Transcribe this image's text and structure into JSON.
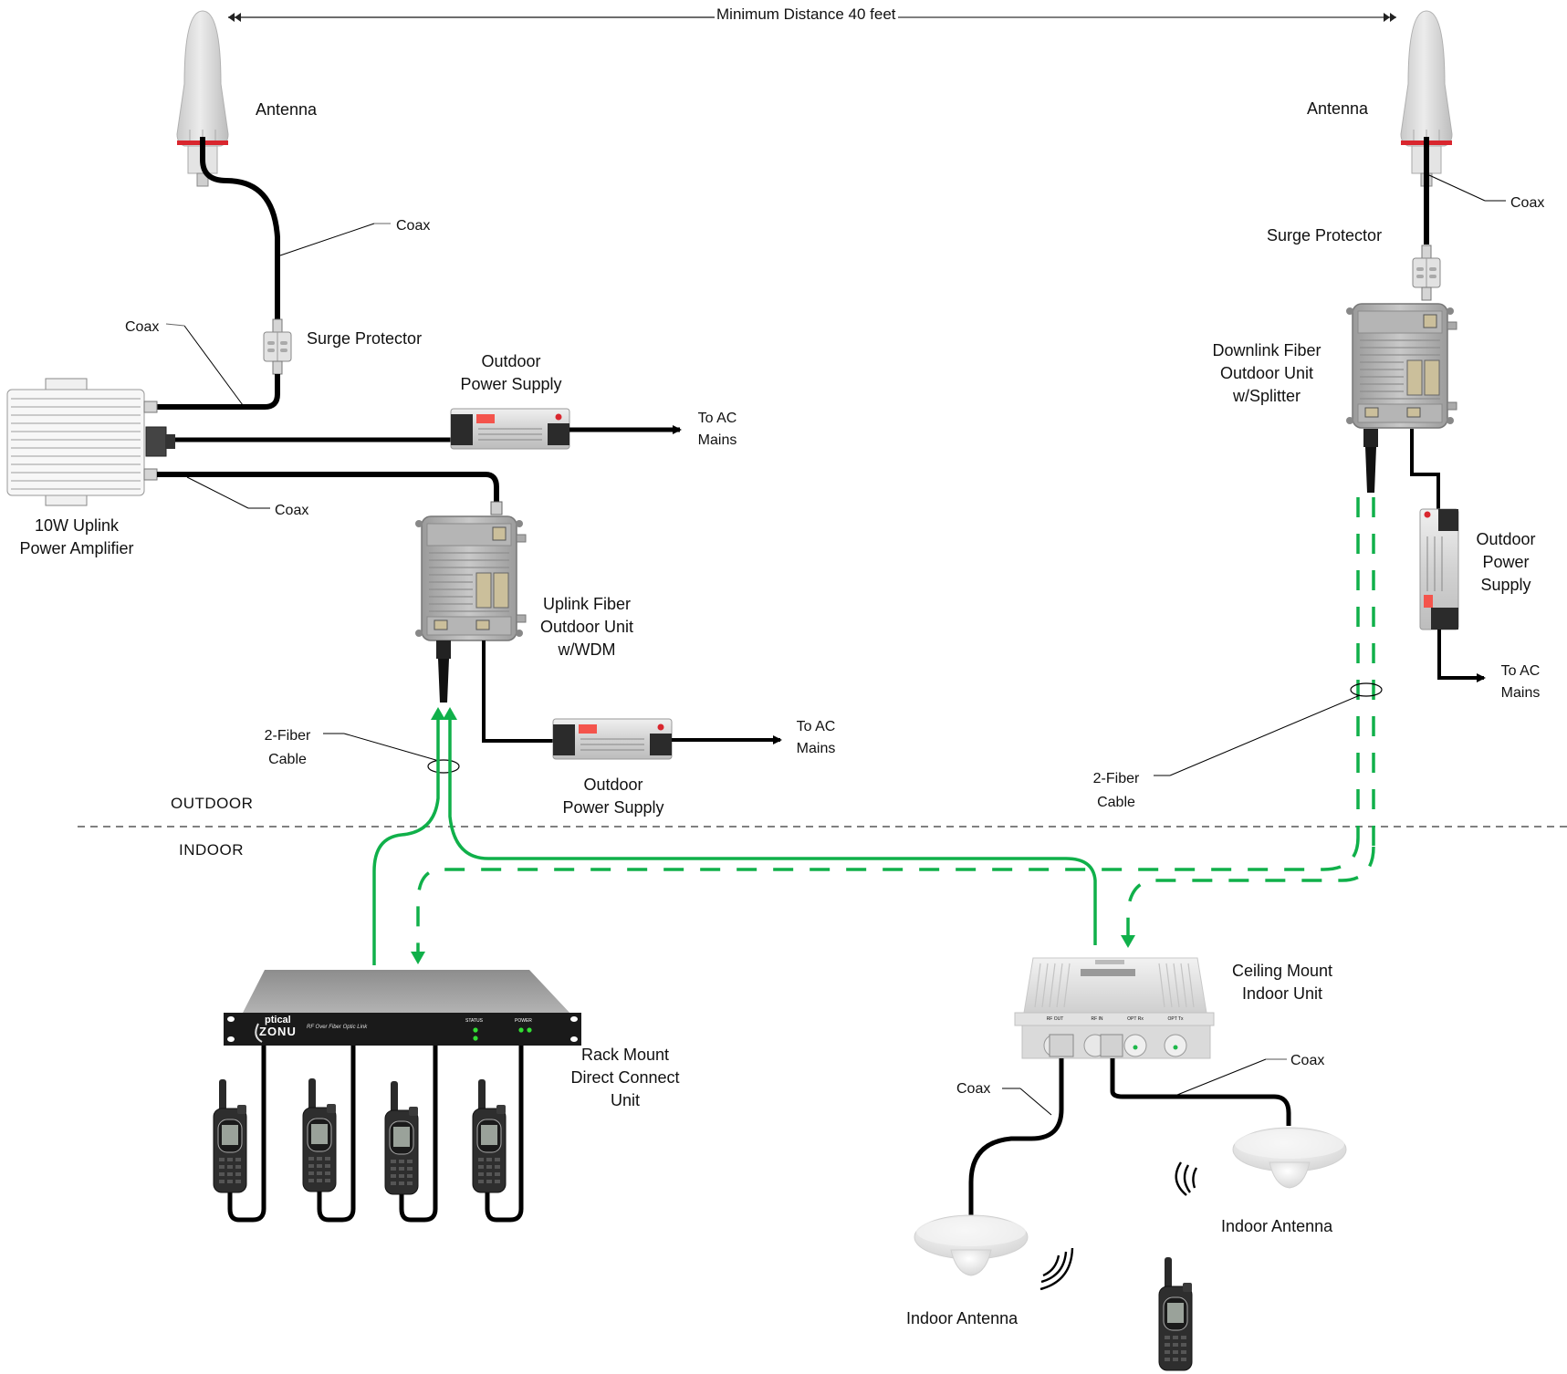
{
  "diagram": {
    "title": "Optical ZONU RF over Fiber Outdoor-to-Indoor Radio Coverage System",
    "distance_label": "Minimum Distance 40 feet",
    "zones": {
      "outdoor": "OUTDOOR",
      "indoor": "INDOOR"
    },
    "colors": {
      "fiber_green": "#10b04a",
      "coax_black": "#000000",
      "divider_gray": "#808080",
      "antenna_band_red": "#d9262e"
    },
    "left_chain": {
      "antenna": "Antenna",
      "coax_top": "Coax",
      "surge_protector": "Surge Protector",
      "coax_mid": "Coax",
      "amplifier": [
        "10W Uplink",
        "Power Amplifier"
      ],
      "coax_bottom": "Coax",
      "power_supply_top": [
        "Outdoor",
        "Power Supply"
      ],
      "ac_mains_top": [
        "To AC",
        "Mains"
      ],
      "uplink_unit": [
        "Uplink Fiber",
        "Outdoor Unit",
        "w/WDM"
      ],
      "fiber_cable": [
        "2-Fiber",
        "Cable"
      ],
      "power_supply_bottom": [
        "Outdoor",
        "Power Supply"
      ],
      "ac_mains_bottom": [
        "To AC",
        "Mains"
      ]
    },
    "right_chain": {
      "antenna": "Antenna",
      "coax": "Coax",
      "surge_protector": "Surge Protector",
      "downlink_unit": [
        "Downlink Fiber",
        "Outdoor Unit",
        "w/Splitter"
      ],
      "power_supply": [
        "Outdoor",
        "Power",
        "Supply"
      ],
      "ac_mains": [
        "To AC",
        "Mains"
      ],
      "fiber_cable": [
        "2-Fiber",
        "Cable"
      ]
    },
    "indoor": {
      "rack_unit": [
        "Rack Mount",
        "Direct Connect",
        "Unit"
      ],
      "rack_brand": "ptical",
      "rack_brand_z": "ZONU",
      "rack_tagline": "RF Over Fiber Optic Link",
      "rack_status": "STATUS",
      "rack_power": "POWER",
      "radios_connected": 4,
      "ceiling_unit": [
        "Ceiling Mount",
        "Indoor Unit"
      ],
      "ceiling_ports": [
        "RF OUT",
        "RF IN",
        "OPT Rx",
        "OPT Tx"
      ],
      "coax_left": "Coax",
      "coax_right": "Coax",
      "indoor_antenna_left": "Indoor Antenna",
      "indoor_antenna_right": "Indoor Antenna"
    },
    "icons": {
      "antenna": "outdoor-omni-antenna-icon",
      "surge": "surge-protector-icon",
      "amplifier": "power-amplifier-icon",
      "psu": "power-supply-icon",
      "fiber_unit": "fiber-outdoor-unit-icon",
      "rack": "rack-mount-unit-icon",
      "radio": "handheld-radio-icon",
      "ceiling": "ceiling-mount-unit-icon",
      "indoor_antenna": "ceiling-dome-antenna-icon",
      "waves": "signal-waves-icon"
    }
  }
}
